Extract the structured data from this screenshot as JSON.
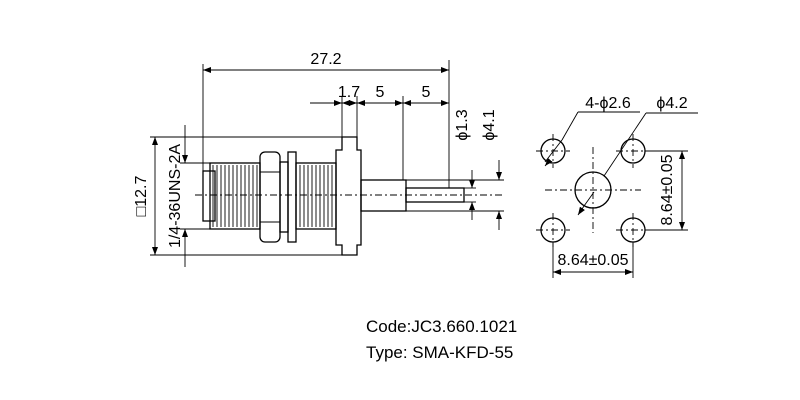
{
  "side_view": {
    "overall_length": "27.2",
    "dim_1_7": "1.7",
    "dim_5_a": "5",
    "dim_5_b": "5",
    "dia_1_3": "ϕ1.3",
    "dia_4_1": "ϕ4.1",
    "square_12_7": "□12.7",
    "thread": "1/4-36UNS-2A"
  },
  "front_view": {
    "hole_callout": "4-ϕ2.6",
    "center_dia": "ϕ4.2",
    "vertical_spacing": "8.64±0.05",
    "horizontal_spacing": "8.64±0.05"
  },
  "info": {
    "code": "Code:JC3.660.1021",
    "type": "Type: SMA-KFD-55"
  }
}
